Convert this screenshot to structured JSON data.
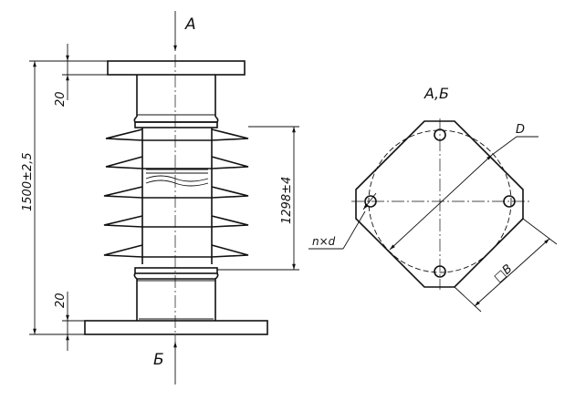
{
  "labels": {
    "view_a": "A",
    "view_b": "Б",
    "view_section": "А,Б",
    "dim_total_height": "1500±2,5",
    "dim_top_flange": "20",
    "dim_bottom_flange": "20",
    "dim_shed_height": "1298±4",
    "dim_diameter": "D",
    "dim_holes": "n×d",
    "dim_square": "□B"
  }
}
